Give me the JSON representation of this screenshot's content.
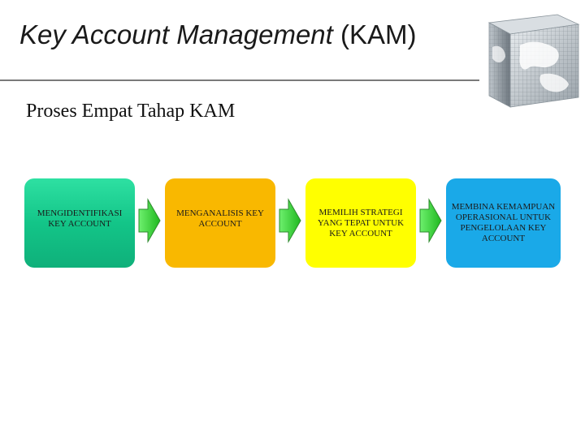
{
  "slide": {
    "title_italic": "Key Account Management",
    "title_plain": "(KAM)",
    "subtitle": "Proses Empat Tahap KAM"
  },
  "steps": [
    {
      "label": "MENGIDENTIFIKASI KEY ACCOUNT",
      "color": "#13c588"
    },
    {
      "label": "MENGANALISIS KEY ACCOUNT",
      "color": "#f9b800"
    },
    {
      "label": "MEMILIH STRATEGI YANG TEPAT UNTUK KEY ACCOUNT",
      "color": "#ffff00"
    },
    {
      "label": "MEMBINA KEMAMPUAN OPERASIONAL UNTUK PENGELOLAAN KEY ACCOUNT",
      "color": "#1aa9e8"
    }
  ],
  "arrow_color": "#3ddc3d",
  "icons": {
    "globe": "globe-cube-icon",
    "arrow": "right-arrow-icon"
  }
}
